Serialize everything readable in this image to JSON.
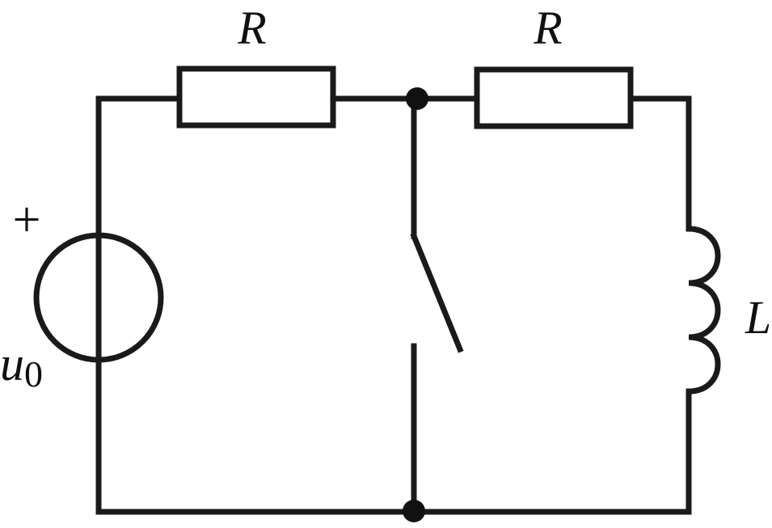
{
  "diagram": {
    "resistor_left_label": "R",
    "resistor_right_label": "R",
    "inductor_label": "L",
    "source_polarity_label": "+",
    "source_label_symbol": "u",
    "source_label_subscript": "0",
    "line_color": "#1a1a1a",
    "background_color": "#ffffff"
  }
}
